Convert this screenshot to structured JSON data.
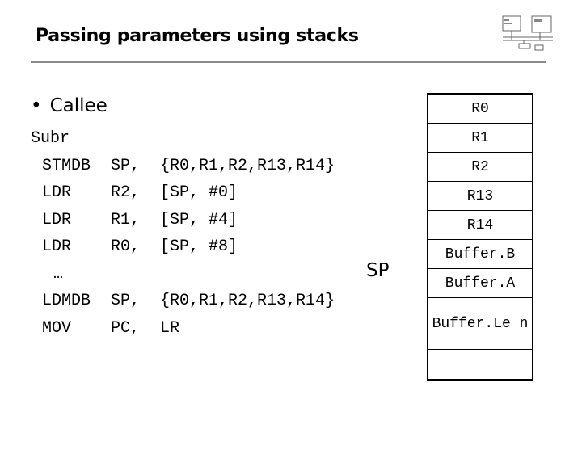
{
  "slide": {
    "title": "Passing parameters using stacks",
    "bullet": "Callee",
    "bullet_marker": "•",
    "sp_label": "SP"
  },
  "code": [
    {
      "label": "Subr"
    },
    {
      "op": "STMDB",
      "a1": "SP,",
      "a2": "{R0,R1,R2,R13,R14}"
    },
    {
      "op": "LDR",
      "a1": "R2,",
      "a2": "[SP, #0]"
    },
    {
      "op": "LDR",
      "a1": "R1,",
      "a2": "[SP, #4]"
    },
    {
      "op": "LDR",
      "a1": "R0,",
      "a2": "[SP, #8]"
    },
    {
      "ellipsis": "…"
    },
    {
      "op": "LDMDB",
      "a1": "SP,",
      "a2": "{R0,R1,R2,R13,R14}"
    },
    {
      "op": "MOV",
      "a1": "PC,",
      "a2": "LR"
    }
  ],
  "stack": [
    "R0",
    "R1",
    "R2",
    "R13",
    "R14",
    "Buffer.B",
    "Buffer.A",
    "Buffer.Le n",
    ""
  ],
  "colors": {
    "rule": "#8a8a8a",
    "text": "#000000"
  },
  "icons": {
    "logo": "circuit-diagram-logo"
  }
}
